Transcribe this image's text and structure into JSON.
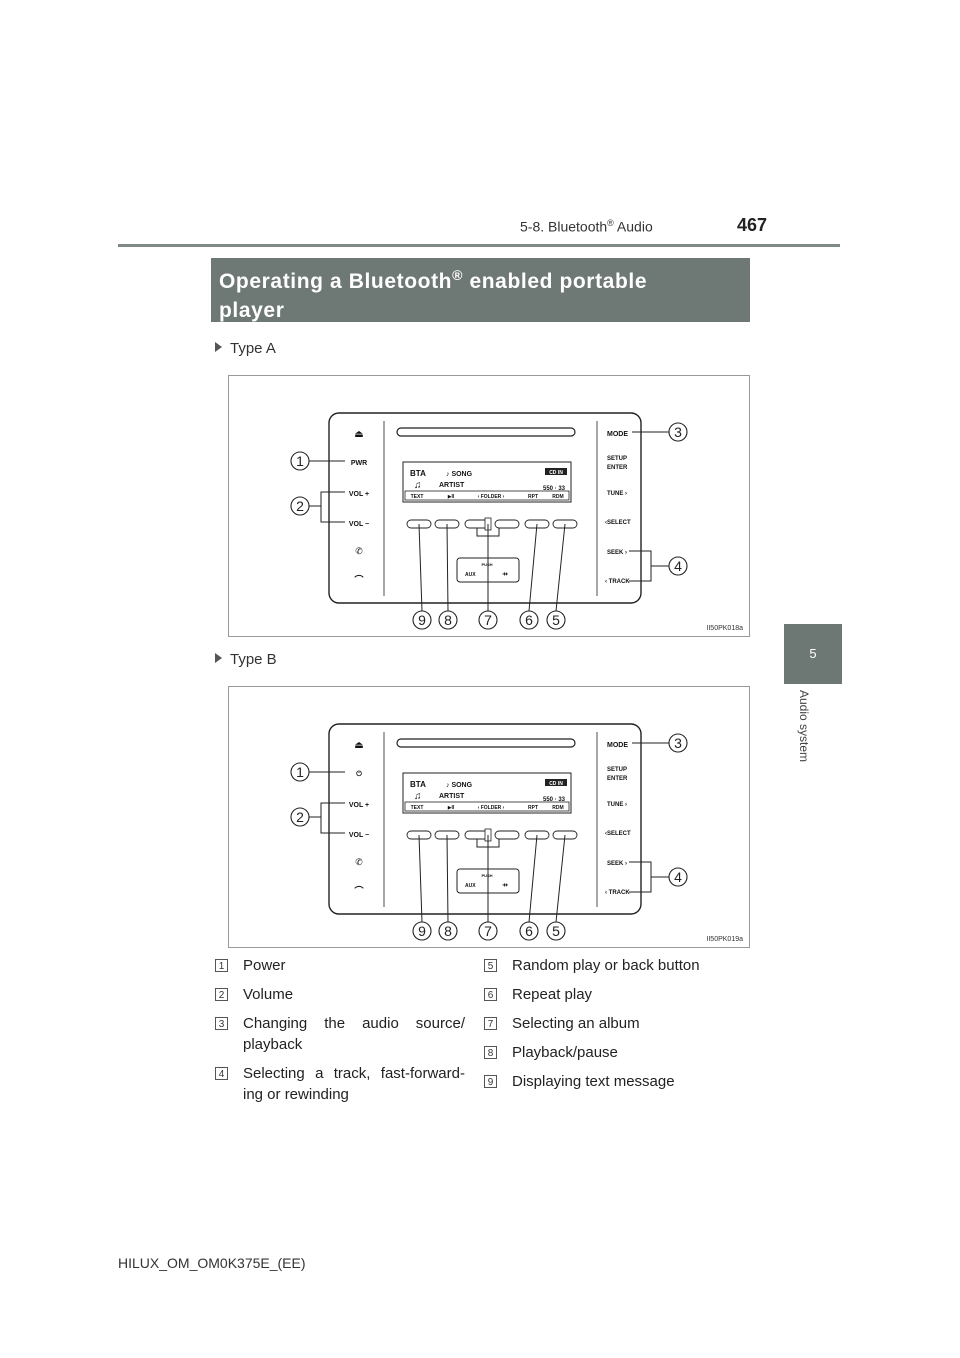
{
  "header": {
    "section_prefix": "5-8. Bluetooth",
    "section_reg": "®",
    "section_suffix": " Audio",
    "page_number": "467"
  },
  "side_tab": {
    "number": "5",
    "label": "Audio system"
  },
  "title": {
    "line1a": "Operating a Bluetooth",
    "reg": "®",
    "line1b": " enabled portable",
    "line2": "player"
  },
  "figures": [
    {
      "type_label": "Type A",
      "code": "II50PK018a",
      "power_label": "PWR"
    },
    {
      "type_label": "Type B",
      "code": "II50PK019a",
      "power_label": "⏻"
    }
  ],
  "panel": {
    "eject": "⏏",
    "vol_up": "VOL +",
    "vol_down": "VOL −",
    "mode": "MODE",
    "setup": "SETUP",
    "enter": "ENTER",
    "tune": "TUNE",
    "select": "SELECT",
    "seek": "SEEK",
    "track": "TRACK",
    "display_source": "BTA",
    "display_song": "SONG",
    "display_artist": "ARTIST",
    "display_cd": "CD IN",
    "display_time": "550 · 33",
    "soft_keys": [
      "TEXT",
      "▶II",
      "FOLDER",
      "RPT",
      "RDM"
    ],
    "push": "PUSH",
    "aux": "AUX"
  },
  "callouts": [
    "1",
    "2",
    "3",
    "4",
    "9",
    "8",
    "7",
    "6",
    "5"
  ],
  "legend_left": [
    {
      "num": "1",
      "text": "Power"
    },
    {
      "num": "2",
      "text": "Volume"
    },
    {
      "num": "3",
      "text": "Changing the audio source/ playback"
    },
    {
      "num": "4",
      "text": "Selecting a track, fast-forward-ing or rewinding"
    }
  ],
  "legend_right": [
    {
      "num": "5",
      "text": "Random play or back button"
    },
    {
      "num": "6",
      "text": "Repeat play"
    },
    {
      "num": "7",
      "text": "Selecting an album"
    },
    {
      "num": "8",
      "text": "Playback/pause"
    },
    {
      "num": "9",
      "text": "Displaying text message"
    }
  ],
  "footer": "HILUX_OM_OM0K375E_(EE)"
}
